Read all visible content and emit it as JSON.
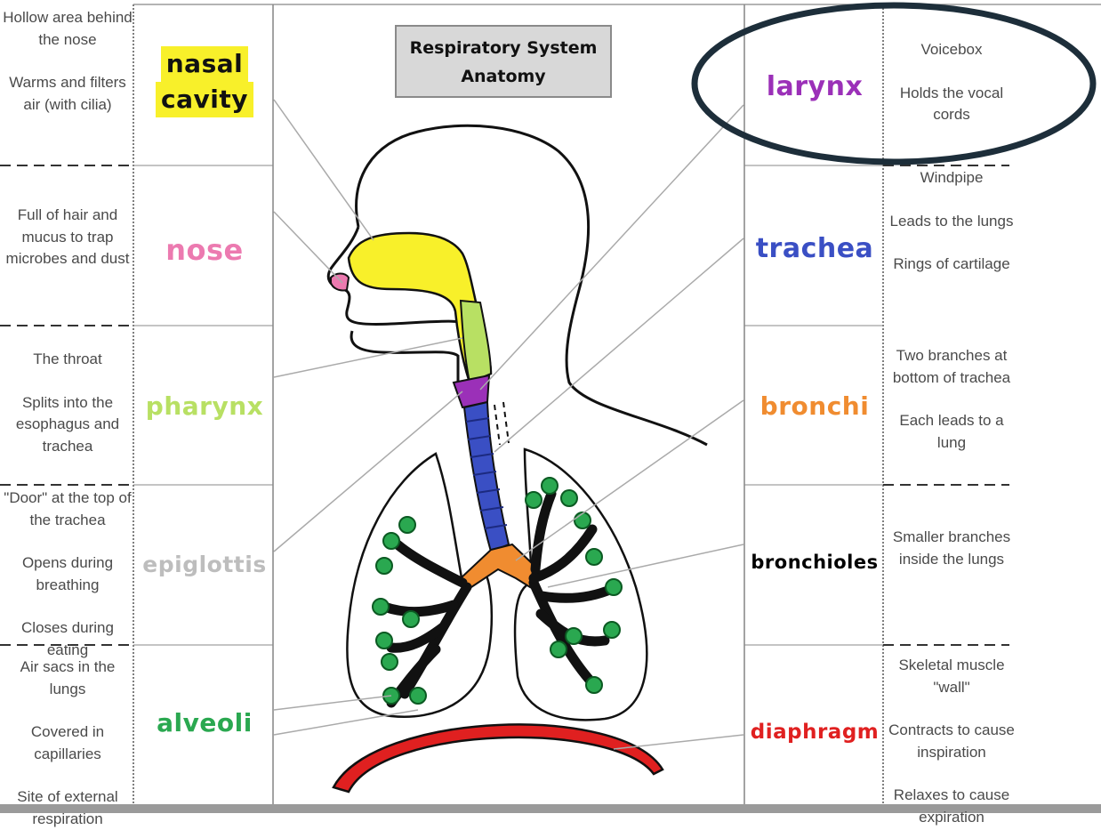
{
  "title": "Respiratory System Anatomy",
  "colors": {
    "nasal_cavity": "#f8f02a",
    "nose": "#ec7ab0",
    "pharynx": "#b8e063",
    "larynx": "#9b30b8",
    "trachea": "#3a4fc4",
    "bronchi": "#f08c30",
    "bronchioles": "#000000",
    "alveoli": "#2aa850",
    "diaphragm": "#e02020",
    "epiglottis": "#bdbdbd"
  },
  "left": [
    {
      "term": "nasal cavity",
      "term_lines": [
        "nasal",
        "cavity"
      ],
      "lines": [
        "Hollow area behind the nose",
        "Warms and filters air (with cilia)"
      ]
    },
    {
      "term": "nose",
      "lines": [
        "Full of hair and mucus to trap microbes and dust"
      ]
    },
    {
      "term": "pharynx",
      "lines": [
        "The throat",
        "Splits into the esophagus and trachea"
      ]
    },
    {
      "term": "epiglottis",
      "lines": [
        "\"Door\" at the top of the trachea",
        "Opens during breathing",
        "Closes during eating"
      ]
    },
    {
      "term": "alveoli",
      "lines": [
        "Air sacs in the lungs",
        "Covered in capillaries",
        "Site of external respiration"
      ]
    }
  ],
  "right": [
    {
      "term": "larynx",
      "lines": [
        "Voicebox",
        "Holds the vocal cords"
      ]
    },
    {
      "term": "trachea",
      "lines": [
        "Windpipe",
        "Leads to the lungs",
        "Rings of cartilage"
      ]
    },
    {
      "term": "bronchi",
      "lines": [
        "Two branches at bottom of trachea",
        "Each leads to a lung"
      ]
    },
    {
      "term": "bronchioles",
      "lines": [
        "Smaller branches inside the lungs"
      ]
    },
    {
      "term": "diaphragm",
      "lines": [
        "Skeletal muscle \"wall\"",
        "Contracts to cause inspiration",
        "Relaxes to cause expiration"
      ]
    }
  ]
}
